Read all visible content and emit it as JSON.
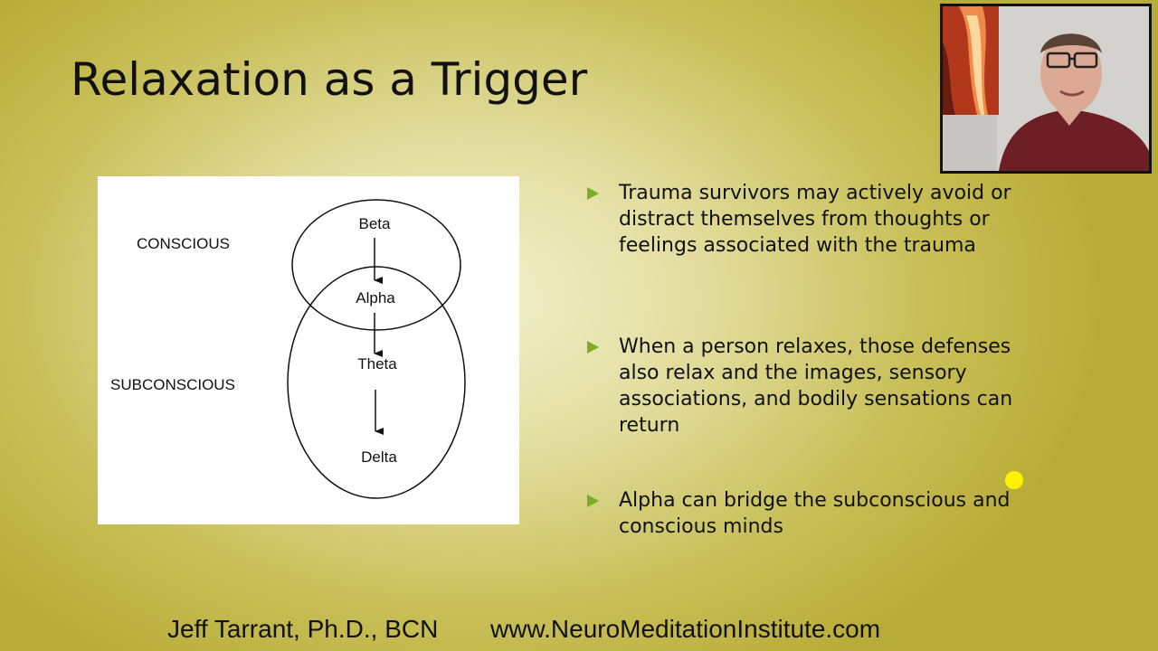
{
  "slide": {
    "title": "Relaxation as a Trigger"
  },
  "diagram": {
    "labels": {
      "conscious": "CONSCIOUS",
      "subconscious": "SUBCONSCIOUS"
    },
    "states": {
      "beta": "Beta",
      "alpha": "Alpha",
      "theta": "Theta",
      "delta": "Delta"
    }
  },
  "bullets": [
    {
      "text": "Trauma survivors may actively avoid or distract themselves from thoughts or feelings associated with the trauma"
    },
    {
      "text": "When a person relaxes, those defenses also relax and the images, sensory associations, and bodily sensations can return"
    },
    {
      "text": "Alpha can bridge the subconscious and conscious minds"
    }
  ],
  "footer": {
    "author": "Jeff Tarrant, Ph.D., BCN",
    "url": "www.NeuroMeditationInstitute.com"
  },
  "colors": {
    "bullet_marker": "#7cae25",
    "pointer": "#fff200",
    "background_center": "#f3f1cf",
    "background_edge": "#b8ac38"
  },
  "icons": {
    "bullet": "triangle-right-icon",
    "pointer": "laser-pointer-icon"
  }
}
